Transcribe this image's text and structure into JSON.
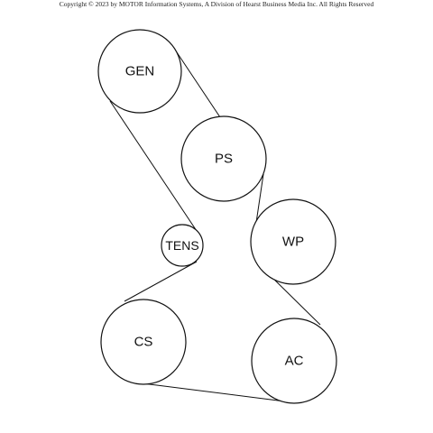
{
  "copyright": "Copyright © 2023 by MOTOR Information Systems, A Division of Hearst Business Media Inc. All Rights Reserved",
  "pulleys": {
    "gen": "GEN",
    "ps": "PS",
    "tens": "TENS",
    "wp": "WP",
    "cs": "CS",
    "ac": "AC"
  }
}
